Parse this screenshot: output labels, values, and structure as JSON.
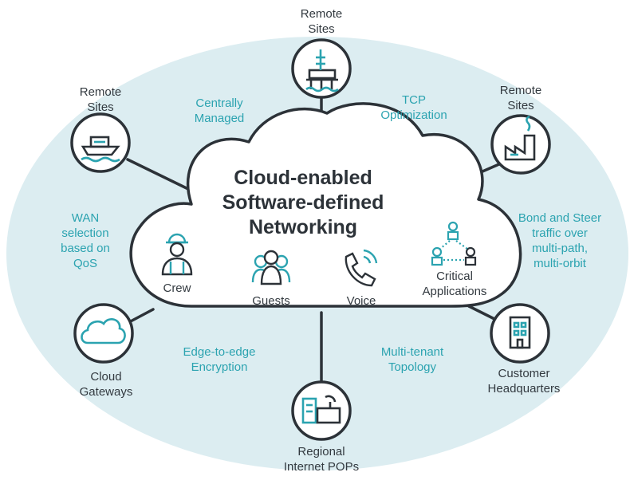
{
  "title": {
    "line1": "Cloud-enabled",
    "line2": "Software-defined",
    "line3": "Networking"
  },
  "nodes": {
    "top": {
      "line1": "Remote",
      "line2": "Sites"
    },
    "upper_left": {
      "line1": "Remote",
      "line2": "Sites"
    },
    "upper_right": {
      "line1": "Remote",
      "line2": "Sites"
    },
    "lower_left": {
      "line1": "Cloud",
      "line2": "Gateways"
    },
    "bottom": {
      "line1": "Regional",
      "line2": "Internet POPs"
    },
    "lower_right": {
      "line1": "Customer",
      "line2": "Headquarters"
    }
  },
  "features": {
    "centrally_managed": {
      "line1": "Centrally",
      "line2": "Managed"
    },
    "tcp_optimization": {
      "line1": "TCP",
      "line2": "Optimization"
    },
    "wan_selection": {
      "line1": "WAN",
      "line2": "selection",
      "line3": "based on",
      "line4": "QoS"
    },
    "bond_and_steer": {
      "line1": "Bond and Steer",
      "line2": "traffic over",
      "line3": "multi-path,",
      "line4": "multi-orbit"
    },
    "edge_encryption": {
      "line1": "Edge-to-edge",
      "line2": "Encryption"
    },
    "multi_tenant": {
      "line1": "Multi-tenant",
      "line2": "Topology"
    }
  },
  "users": {
    "crew": "Crew",
    "guests": "Guests",
    "voice": "Voice",
    "critical": {
      "line1": "Critical",
      "line2": "Applications"
    }
  },
  "colors": {
    "ellipse_fill": "#dcedf1",
    "accent_teal": "#2ba3b0",
    "outline_dark": "#2c3238",
    "node_fill": "#ffffff"
  },
  "icons": {
    "top": "oil-platform-icon",
    "upper_left": "ship-icon",
    "upper_right": "factory-icon",
    "lower_left": "cloud-icon",
    "bottom": "data-center-icon",
    "lower_right": "office-building-icon",
    "crew": "worker-icon",
    "guests": "group-icon",
    "voice": "phone-icon",
    "critical": "network-people-icon"
  }
}
